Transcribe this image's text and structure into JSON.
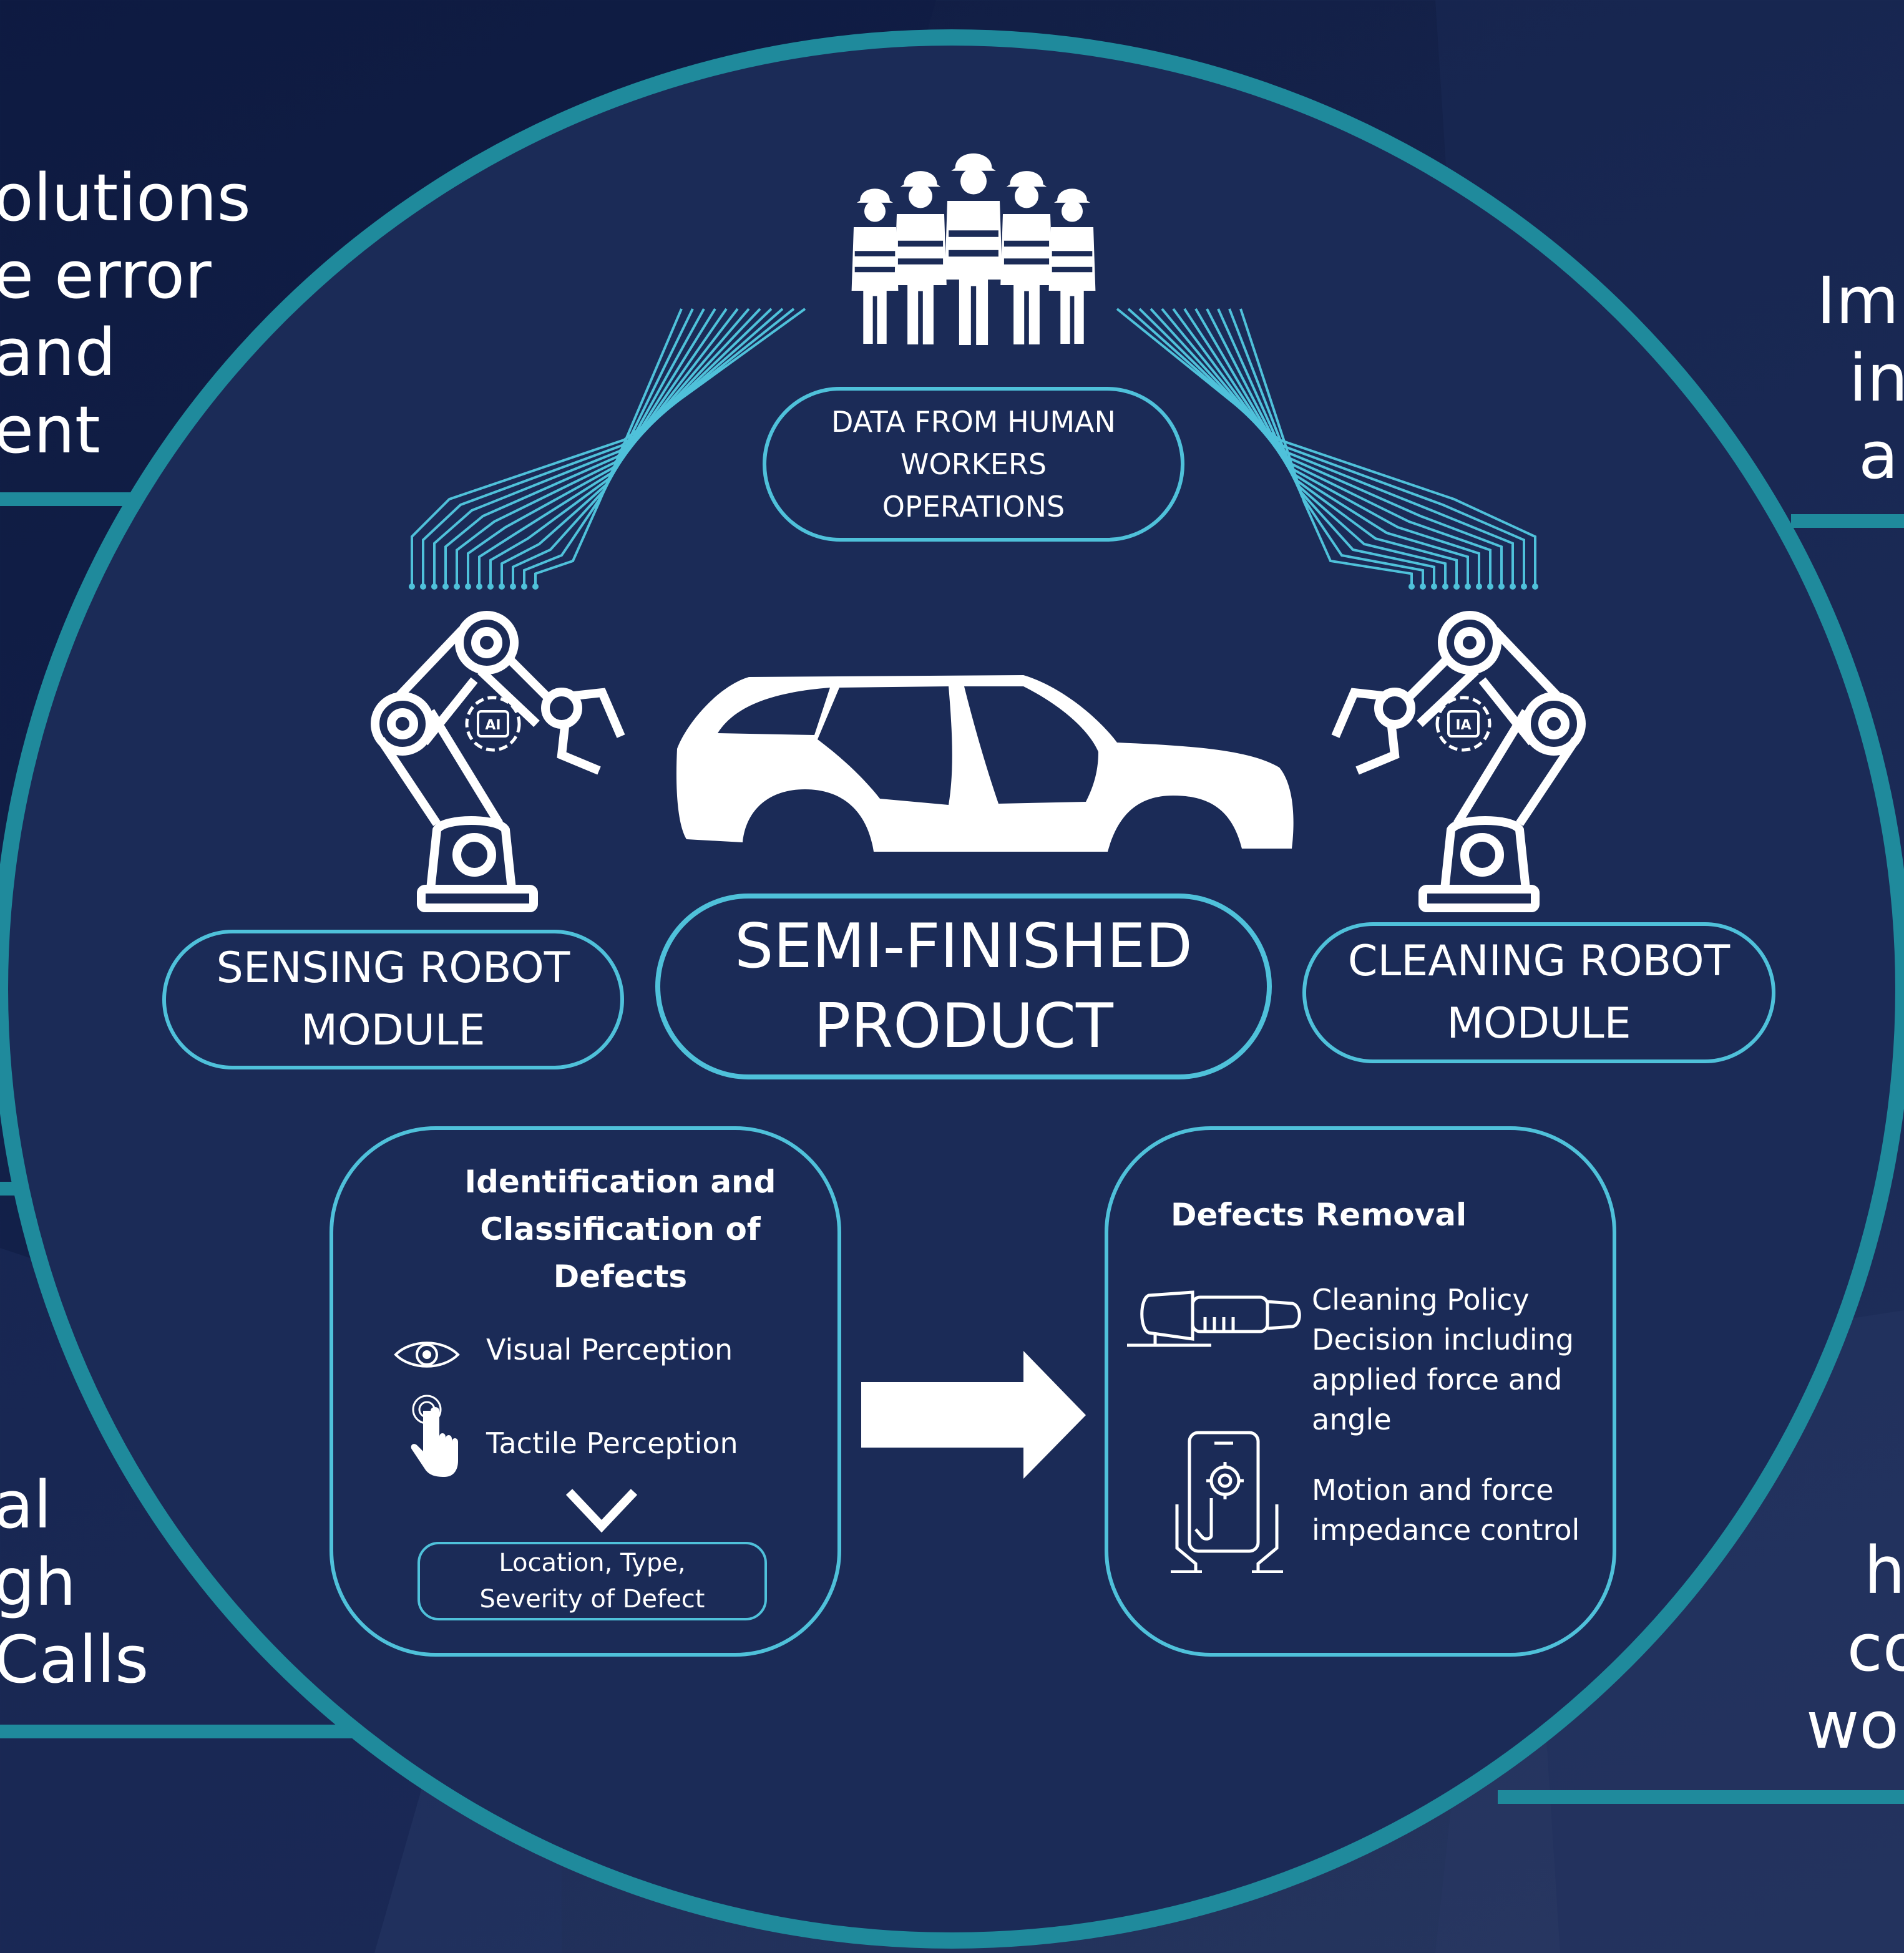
{
  "side_texts": {
    "left_top": "olutions\ne error\nand\nent",
    "left_bottom": "al\ngh\nCalls",
    "right_top": "Imp\nin\na",
    "right_bottom": "h\nco\nwork"
  },
  "center": {
    "workers_label": "DATA FROM HUMAN\nWORKERS\nOPERATIONS",
    "sensing_label": "SENSING ROBOT\nMODULE",
    "product_label": "SEMI-FINISHED\nPRODUCT",
    "cleaning_label": "CLEANING ROBOT\nMODULE",
    "sensing_chip": "AI",
    "cleaning_chip": "IA"
  },
  "identification": {
    "title": "Identification and\nClassification of\nDefects",
    "visual": "Visual Perception",
    "tactile": "Tactile Perception",
    "result": "Location, Type,\nSeverity of Defect"
  },
  "removal": {
    "title": "Defects Removal",
    "policy": "Cleaning Policy\nDecision including\napplied force and\nangle",
    "motion": "Motion and force\nimpedance control"
  },
  "colors": {
    "accent": "#4fc1da",
    "ring": "#1f8a9c",
    "circle_fill": "#1b2b57",
    "background": "#152349"
  }
}
